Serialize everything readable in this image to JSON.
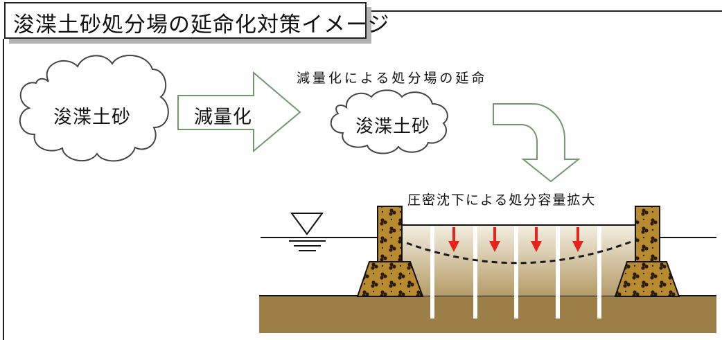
{
  "title": "浚渫土砂処分場の延命化対策イメージ",
  "labels": {
    "sediment_left": "浚渫土砂",
    "volume_reduction": "減量化",
    "caption_life_extension": "減量化による処分場の延命",
    "sediment_right": "浚渫土砂",
    "caption_capacity_expansion": "圧密沈下による処分容量拡大"
  },
  "colors": {
    "arrow_outline": "#6e9a6a",
    "settlement_arrow": "#e8231c",
    "ground": "#9c7f47",
    "fill_top": "#f3efe2",
    "fill_bottom": "#b59b67",
    "rubble": "#b98b2f",
    "drain": "#ffffff"
  },
  "icons": [
    "cloud-icon",
    "block-arrow-icon",
    "curved-arrow-icon",
    "water-level-icon",
    "down-arrow-icon"
  ]
}
